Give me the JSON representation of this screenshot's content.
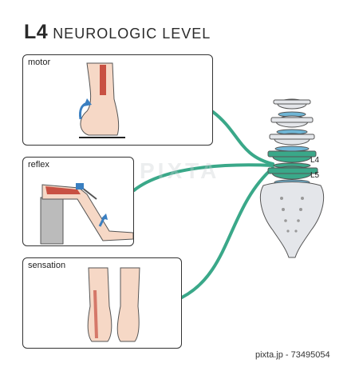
{
  "title": {
    "level": "L4",
    "text": "NEUROLOGIC LEVEL"
  },
  "panels": {
    "motor": {
      "label": "motor"
    },
    "reflex": {
      "label": "reflex"
    },
    "sensation": {
      "label": "sensation"
    }
  },
  "spine": {
    "label_l4": "L4",
    "label_l5": "L5"
  },
  "watermark": "PIXTA",
  "stock_id": "pixta.jp - 73495054",
  "colors": {
    "nerve": "#3aa889",
    "disc": "#6fb6d6",
    "bone": "#e4e6ea",
    "skin": "#f6d8c6",
    "muscle": "#c0392b",
    "arrow": "#3a7fc1"
  }
}
